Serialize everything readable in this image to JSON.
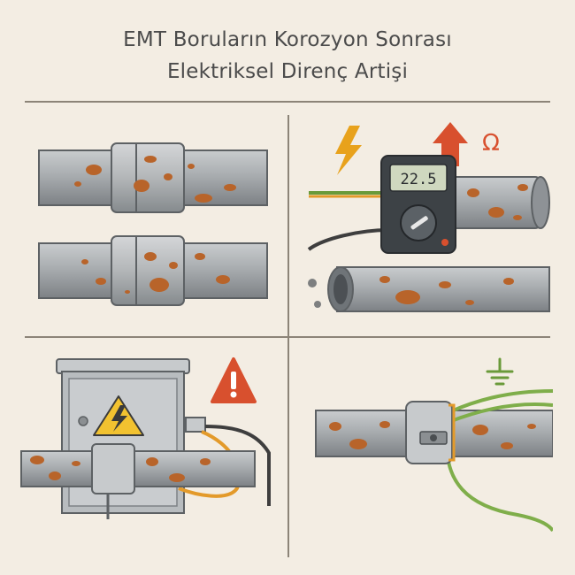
{
  "title": {
    "line1": "EMT Boruların Korozyon Sonrası",
    "line2": "Elektriksel Direnç Artişi"
  },
  "meter": {
    "reading": "22.5",
    "unit_symbol": "Ω"
  },
  "icons": {
    "lightning": "lightning-bolt-icon",
    "arrow_up": "arrow-up-icon",
    "warning": "warning-triangle-icon",
    "high_voltage": "high-voltage-icon",
    "ground": "ground-icon"
  },
  "colors": {
    "background": "#f3ede3",
    "pipe": "#9ea2a6",
    "rust": "#b8642a",
    "lightning": "#e8a21c",
    "arrow": "#d8502e",
    "warning": "#d8502e",
    "ground": "#6a9a3a",
    "wire_green": "#7fae4a",
    "wire_orange": "#e39a2a"
  }
}
